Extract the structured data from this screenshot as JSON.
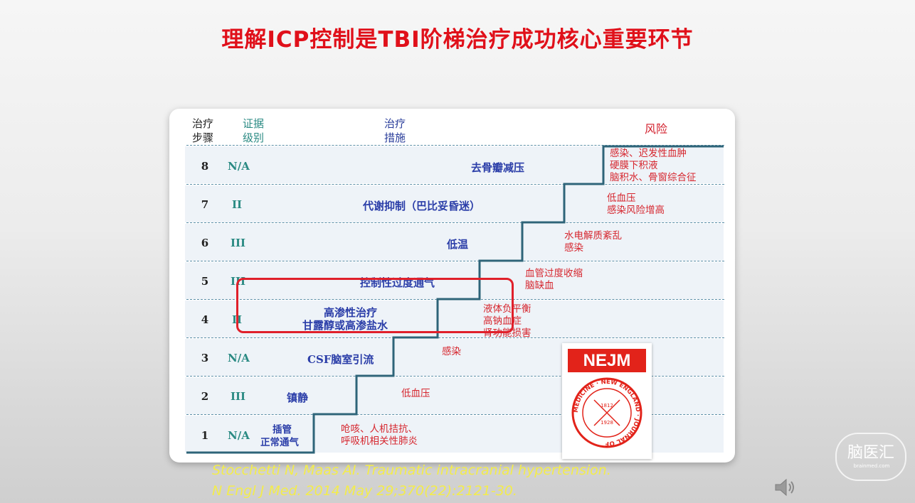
{
  "title": "理解ICP控制是TBI阶梯治疗成功核心重要环节",
  "table": {
    "headers": {
      "step_line1": "治疗",
      "step_line2": "步骤",
      "evidence_line1": "证据",
      "evidence_line2": "级别",
      "therapy_line1": "治疗",
      "therapy_line2": "措施",
      "risk": "风险"
    },
    "rows": [
      {
        "step": "8",
        "level": "N/A",
        "therapy": "去骨瓣减压",
        "risk": [
          "感染、迟发性血肿",
          "硬膜下积液",
          "脑积水、骨窗综合征"
        ]
      },
      {
        "step": "7",
        "level": "II",
        "therapy": "代谢抑制（巴比妥昏迷）",
        "risk": [
          "低血压",
          "感染风险增高"
        ]
      },
      {
        "step": "6",
        "level": "III",
        "therapy": "低温",
        "risk": [
          "水电解质紊乱",
          "感染"
        ]
      },
      {
        "step": "5",
        "level": "III",
        "therapy": "控制性过度通气",
        "risk": [
          "血管过度收缩",
          "脑缺血"
        ]
      },
      {
        "step": "4",
        "level": "II",
        "therapy": "高渗性治疗",
        "therapy2": "甘露醇或高渗盐水",
        "risk": [
          "液体负平衡",
          "高钠血症",
          "肾功能损害"
        ]
      },
      {
        "step": "3",
        "level": "N/A",
        "therapy": "CSF脑室引流",
        "risk": [
          "感染"
        ]
      },
      {
        "step": "2",
        "level": "III",
        "therapy": "镇静",
        "risk": [
          "低血压"
        ]
      },
      {
        "step": "1",
        "level": "N/A",
        "therapy": "插管",
        "therapy2": "正常通气",
        "risk": [
          "呛咳、人机拮抗、",
          "呼吸机相关性肺炎"
        ]
      }
    ]
  },
  "journal_logo": {
    "name": "NEJM",
    "seal_text": "MEDICINE · NEW ENGLAND · JOURNAL OF",
    "seal_year_1": "1812",
    "seal_year_2": "1928"
  },
  "citation": {
    "line1": "Stocchetti N, Maas AI. Traumatic intracranial hypertension.",
    "line2": "N Engl J Med. 2014 May 29;370(22):2121-30."
  },
  "watermark": {
    "text": "脑医汇",
    "sub": "brainmed.com"
  },
  "speaker_icon": "speaker-icon",
  "colors": {
    "title": "#e0101a",
    "therapy": "#2a3da8",
    "evidence": "#2a8a83",
    "risk": "#d6262e",
    "citation": "#f3ec4c",
    "highlight": "#e0202a"
  }
}
